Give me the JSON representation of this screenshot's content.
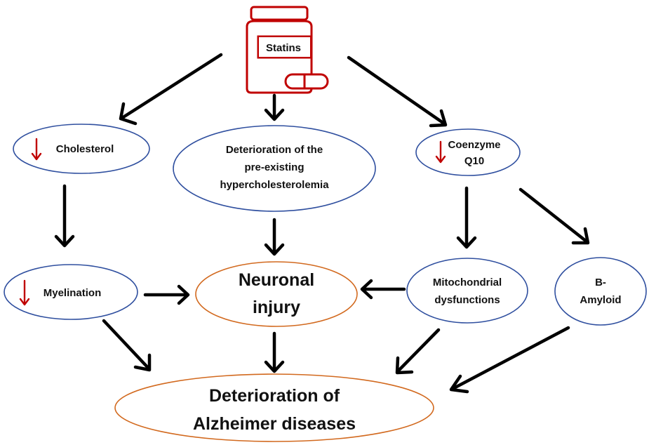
{
  "nodes": {
    "statins": "Statins",
    "cholesterol": "Cholesterol",
    "hyperchol_line1": "Deterioration of the",
    "hyperchol_line2": "pre-existing",
    "hyperchol_line3": "hypercholesterolemia",
    "coq10_line1": "Coenzyme",
    "coq10_line2": "Q10",
    "myelination": "Myelination",
    "neuronal_line1": "Neuronal",
    "neuronal_line2": "injury",
    "mito_line1": "Mitochondrial",
    "mito_line2": "dysfunctions",
    "amyloid_line1": "B-",
    "amyloid_line2": "Amyloid",
    "alz_line1": "Deterioration of",
    "alz_line2": "Alzheimer diseases"
  },
  "colors": {
    "statins_icon": "#c00000",
    "decrease_arrow": "#c00000",
    "ellipse_blue": "#2f4f9f",
    "ellipse_orange": "#d2691e",
    "flow_arrow": "#000000"
  },
  "icons": {
    "statins": "pill-bottle-with-capsule-icon",
    "decrease": "down-arrow-icon"
  }
}
